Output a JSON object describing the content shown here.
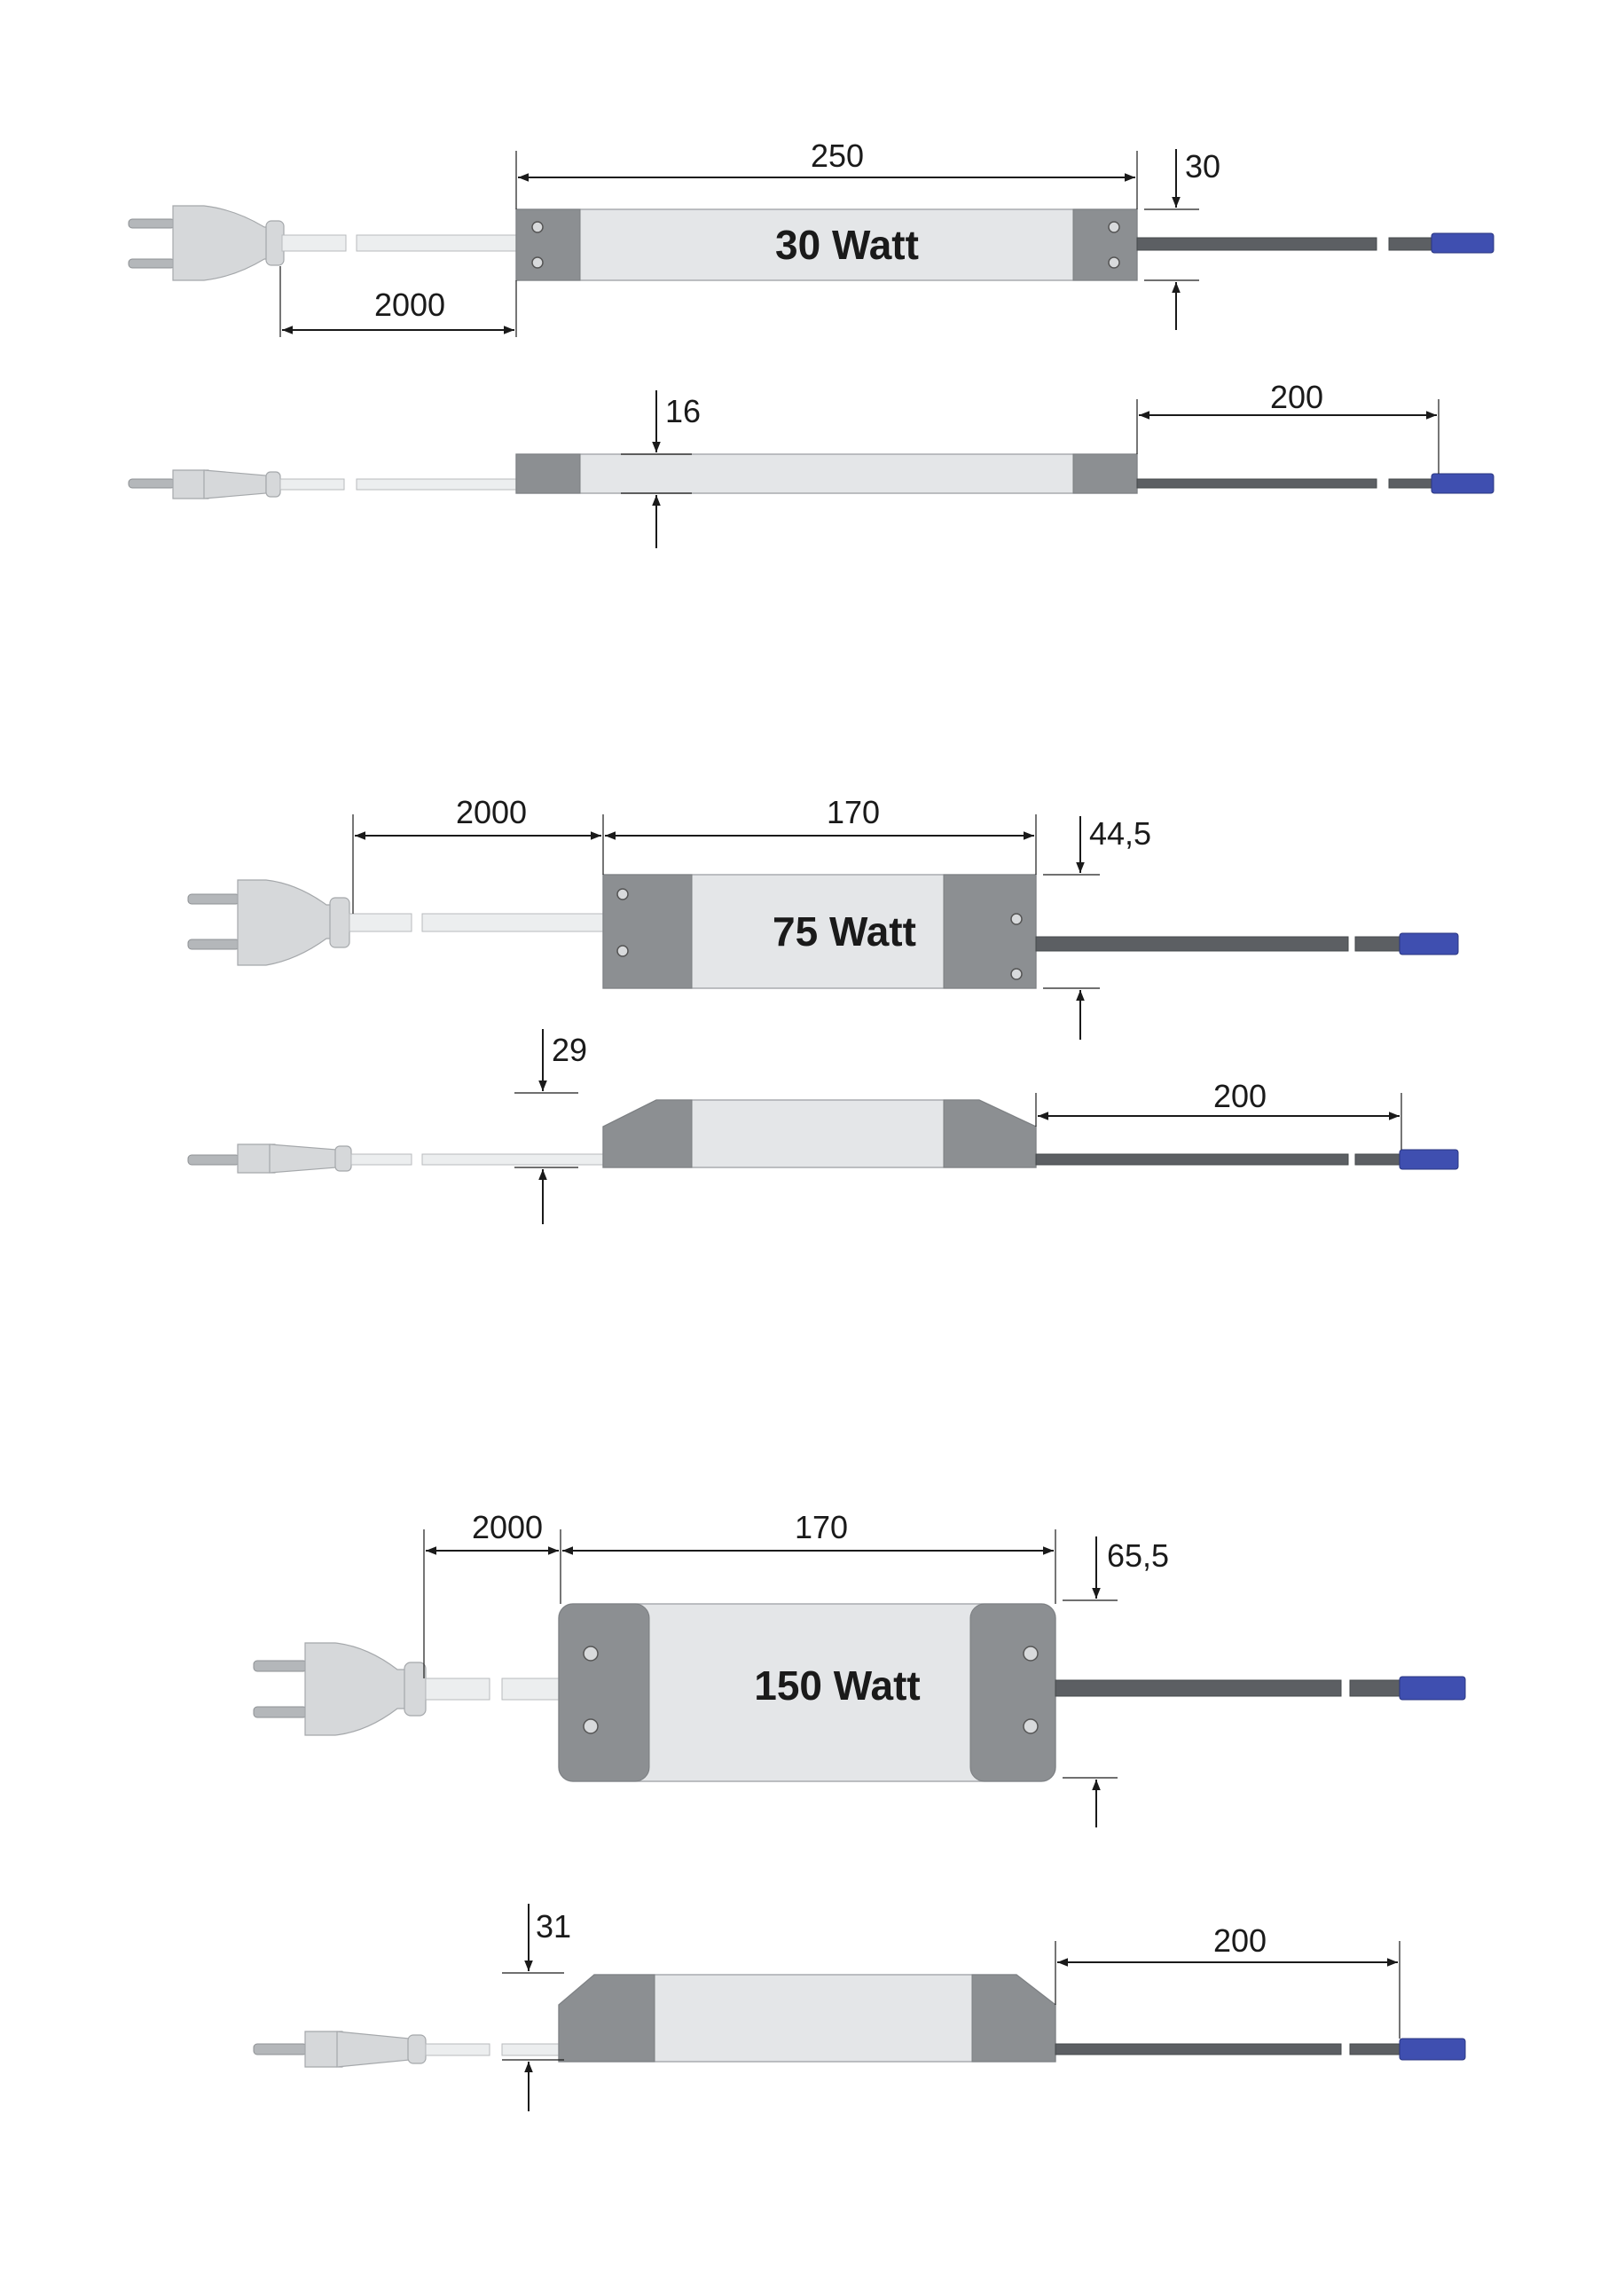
{
  "units": [
    {
      "label": "30 Watt",
      "dims": {
        "length": "250",
        "height": "30",
        "primary_cable": "2000",
        "thickness": "16",
        "secondary_cable": "200"
      }
    },
    {
      "label": "75 Watt",
      "dims": {
        "length": "170",
        "height": "44,5",
        "primary_cable": "2000",
        "thickness": "29",
        "secondary_cable": "200"
      }
    },
    {
      "label": "150 Watt",
      "dims": {
        "length": "170",
        "height": "65,5",
        "primary_cable": "2000",
        "thickness": "31",
        "secondary_cable": "200"
      }
    }
  ],
  "colors": {
    "body_light": "#e4e6e8",
    "body_dark": "#8c8f92",
    "secondary_cable": "#5c5f63",
    "connector": "#3f4fb0"
  }
}
